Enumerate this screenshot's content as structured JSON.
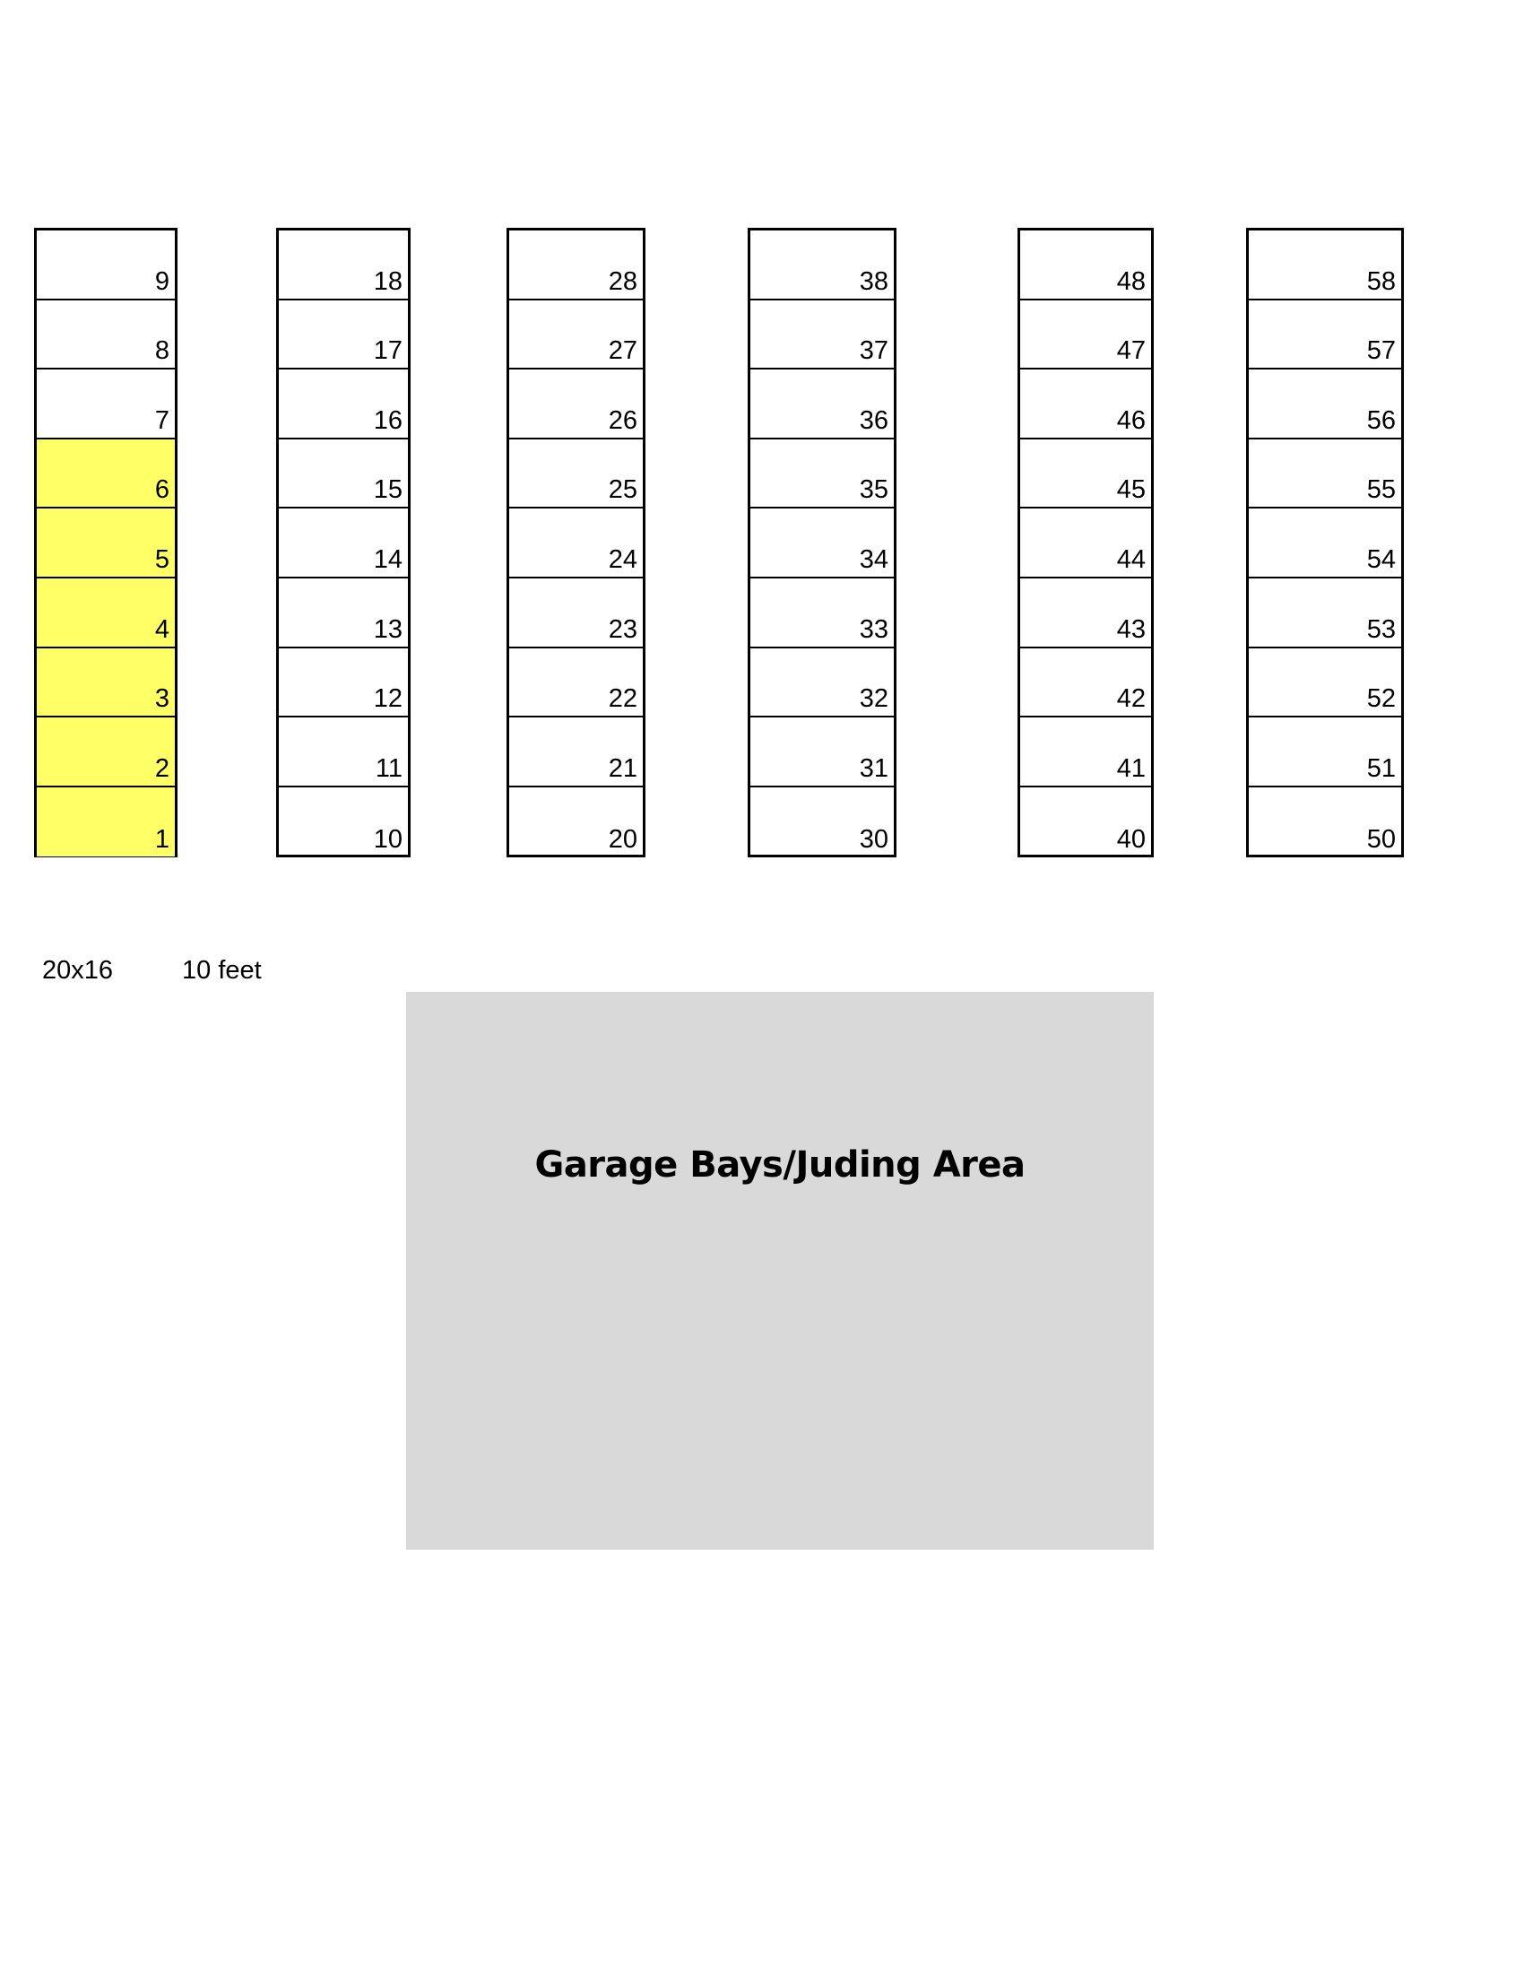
{
  "columns": [
    {
      "spots": [
        "9",
        "8",
        "7",
        "6",
        "5",
        "4",
        "3",
        "2",
        "1"
      ],
      "highlighted": [
        "6",
        "5",
        "4",
        "3",
        "2",
        "1"
      ]
    },
    {
      "spots": [
        "18",
        "17",
        "16",
        "15",
        "14",
        "13",
        "12",
        "11",
        "10"
      ],
      "highlighted": []
    },
    {
      "spots": [
        "28",
        "27",
        "26",
        "25",
        "24",
        "23",
        "22",
        "21",
        "20"
      ],
      "highlighted": []
    },
    {
      "spots": [
        "38",
        "37",
        "36",
        "35",
        "34",
        "33",
        "32",
        "31",
        "30"
      ],
      "highlighted": []
    },
    {
      "spots": [
        "48",
        "47",
        "46",
        "45",
        "44",
        "43",
        "42",
        "41",
        "40"
      ],
      "highlighted": []
    },
    {
      "spots": [
        "58",
        "57",
        "56",
        "55",
        "54",
        "53",
        "52",
        "51",
        "50"
      ],
      "highlighted": []
    }
  ],
  "notes": {
    "size": "20x16",
    "spacing": "10 feet"
  },
  "garage": {
    "label": "Garage Bays/Juding Area"
  },
  "colors": {
    "highlight": "#ffff66",
    "garage_fill": "#d9d9d9",
    "border": "#000000"
  }
}
